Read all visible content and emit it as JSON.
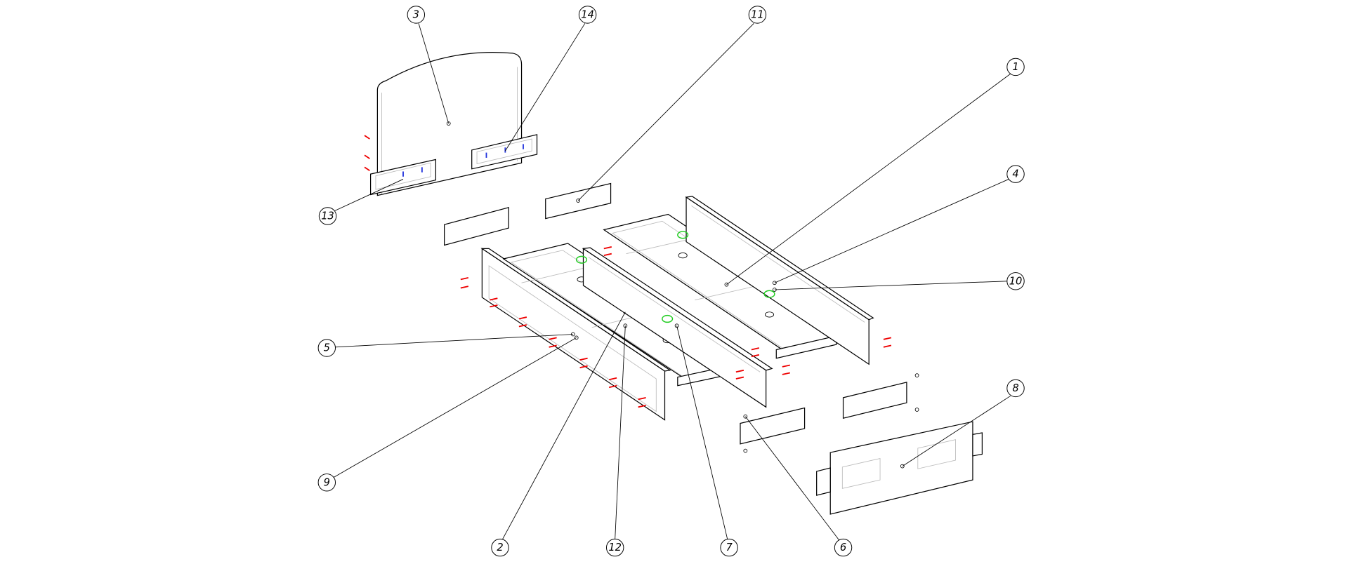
{
  "diagram": {
    "title": "Bed frame exploded assembly view",
    "callouts": {
      "c1": "1",
      "c2": "2",
      "c3": "3",
      "c4": "4",
      "c5": "5",
      "c6": "6",
      "c7": "7",
      "c8": "8",
      "c9": "9",
      "c10": "10",
      "c11": "11",
      "c12": "12",
      "c13": "13",
      "c14": "14"
    },
    "colors": {
      "fastener_red": "#e00000",
      "fastener_blue": "#2233dd",
      "dowel_green": "#22cc22",
      "line": "#000000"
    }
  }
}
